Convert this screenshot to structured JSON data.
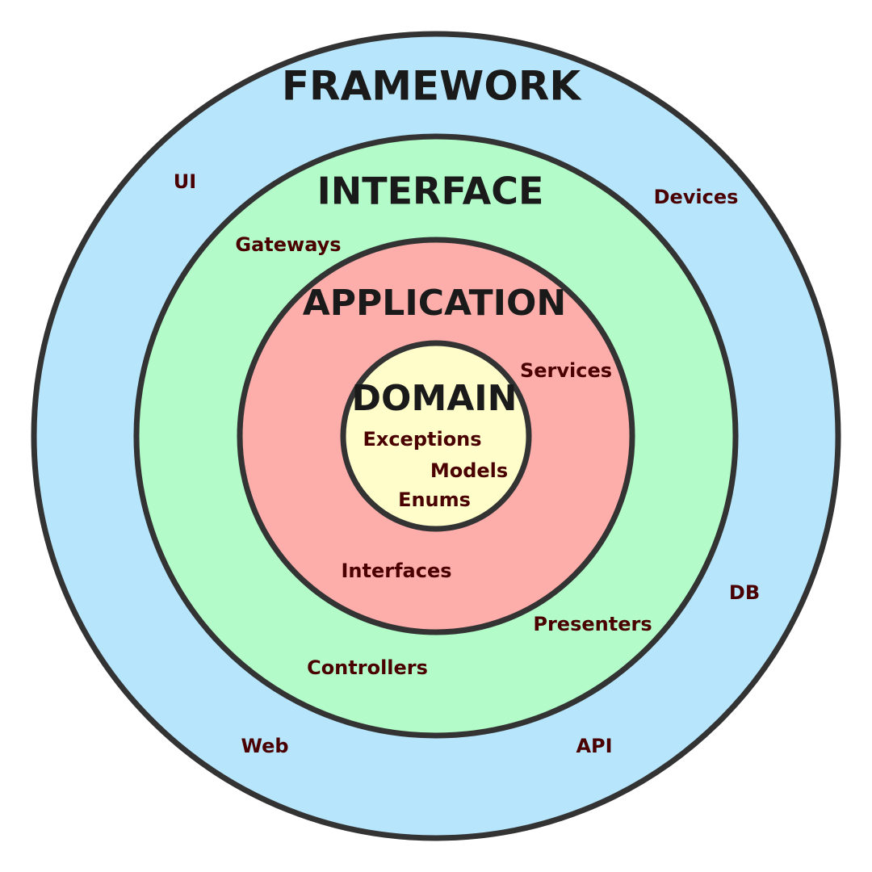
{
  "colors": {
    "framework": "#b7e5fb",
    "interface": "#b3fcca",
    "application": "#fdaeab",
    "domain": "#fffecb",
    "border": "#333333",
    "title": "#1a1a1a",
    "item": "#4a0000"
  },
  "layers": {
    "framework": {
      "title": "FRAMEWORK",
      "items": {
        "ui": "UI",
        "devices": "Devices",
        "db": "DB",
        "web": "Web",
        "api": "API"
      }
    },
    "interface": {
      "title": "INTERFACE",
      "items": {
        "gateways": "Gateways",
        "presenters": "Presenters",
        "controllers": "Controllers"
      }
    },
    "application": {
      "title": "APPLICATION",
      "items": {
        "services": "Services",
        "interfaces": "Interfaces"
      }
    },
    "domain": {
      "title": "DOMAIN",
      "items": {
        "exceptions": "Exceptions",
        "models": "Models",
        "enums": "Enums"
      }
    }
  }
}
